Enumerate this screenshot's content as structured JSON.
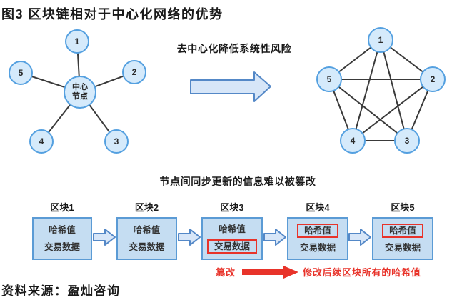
{
  "title": "图3 区块链相对于中心化网络的优势",
  "source": "资料来源：盈灿咨询",
  "captions": {
    "top": "去中心化降低系统性风险",
    "bottom": "节点间同步更新的信息难以被篡改"
  },
  "centralized_network": {
    "center_label": "中心节点",
    "nodes": [
      "1",
      "2",
      "3",
      "4",
      "5"
    ]
  },
  "decentralized_network": {
    "nodes": [
      "1",
      "2",
      "3",
      "4",
      "5"
    ]
  },
  "chain": {
    "blocks": [
      {
        "name": "区块1",
        "hash": "哈希值",
        "data": "交易数据",
        "highlight": "none"
      },
      {
        "name": "区块2",
        "hash": "哈希值",
        "data": "交易数据",
        "highlight": "none"
      },
      {
        "name": "区块3",
        "hash": "哈希值",
        "data": "交易数据",
        "highlight": "data"
      },
      {
        "name": "区块4",
        "hash": "哈希值",
        "data": "交易数据",
        "highlight": "hash"
      },
      {
        "name": "区块5",
        "hash": "哈希值",
        "data": "交易数据",
        "highlight": "hash"
      }
    ],
    "tamper_label": "篡改",
    "tamper_result": "修改后续区块所有的哈希值"
  },
  "colors": {
    "node_fill": "#d5eafb",
    "node_border": "#54a0e0",
    "block_fill": "#c5ddf2",
    "block_border": "#5b9bd5",
    "arrow_fill": "#d7e6f8",
    "arrow_border": "#5488c7",
    "highlight_red": "#e8332a",
    "edge_line": "#3a3a3a"
  }
}
